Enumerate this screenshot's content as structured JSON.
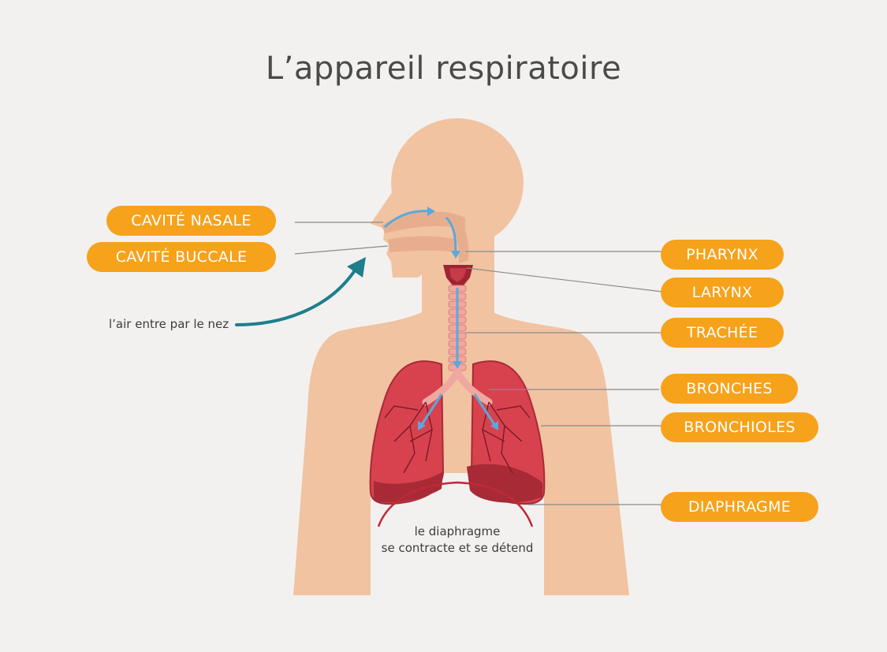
{
  "title": "L’appareil respiratoire",
  "labels_left": {
    "nasal_cavity": "CAVITÉ NASALE",
    "oral_cavity": "CAVITÉ BUCCALE"
  },
  "labels_right": {
    "pharynx": "PHARYNX",
    "larynx": "LARYNX",
    "trachea": "TRACHÉE",
    "bronchi": "BRONCHES",
    "bronchioles": "BRONCHIOLES",
    "diaphragm": "DIAPHRAGME"
  },
  "notes": {
    "air_entry": "l’air entre par le nez",
    "diaphragm_line1": "le diaphragme",
    "diaphragm_line2": "se contracte et se détend"
  },
  "colors": {
    "background": "#f2f1ef",
    "skin": "#f1c3a1",
    "label": "#f6a21b",
    "lung": "#d8424f",
    "arrow_teal": "#1d7f8c",
    "air_arrow_blue": "#5aa9dc"
  }
}
